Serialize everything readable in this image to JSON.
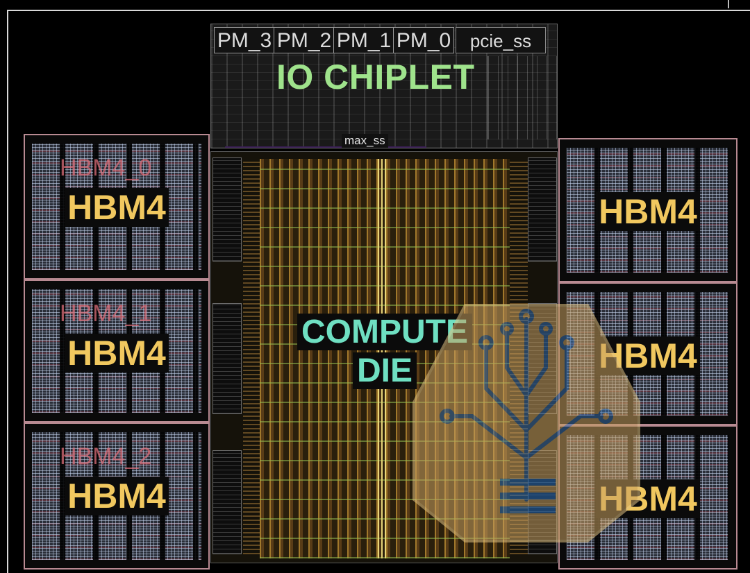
{
  "io_chiplet": {
    "label": "IO CHIPLET",
    "pm_blocks": [
      "PM_3",
      "PM_2",
      "PM_1",
      "PM_0"
    ],
    "pcie_label": "pcie_ss",
    "max_label": "max_ss"
  },
  "compute_die": {
    "label_line1": "COMPUTE",
    "label_line2": "DIE"
  },
  "hbm_left": [
    {
      "name": "HBM4_0",
      "label": "HBM4"
    },
    {
      "name": "HBM4_1",
      "label": "HBM4"
    },
    {
      "name": "HBM4_2",
      "label": "HBM4"
    }
  ],
  "hbm_right": [
    {
      "label": "HBM4"
    },
    {
      "label": "HBM4"
    },
    {
      "label": "HBM4"
    }
  ],
  "colors": {
    "io_label": "#9fe38c",
    "compute_label": "#6fe0c2",
    "hbm_label": "#f1c85f",
    "hbm_border": "#b88a92"
  },
  "icons": {
    "logo": "circuit-tree-icon"
  }
}
